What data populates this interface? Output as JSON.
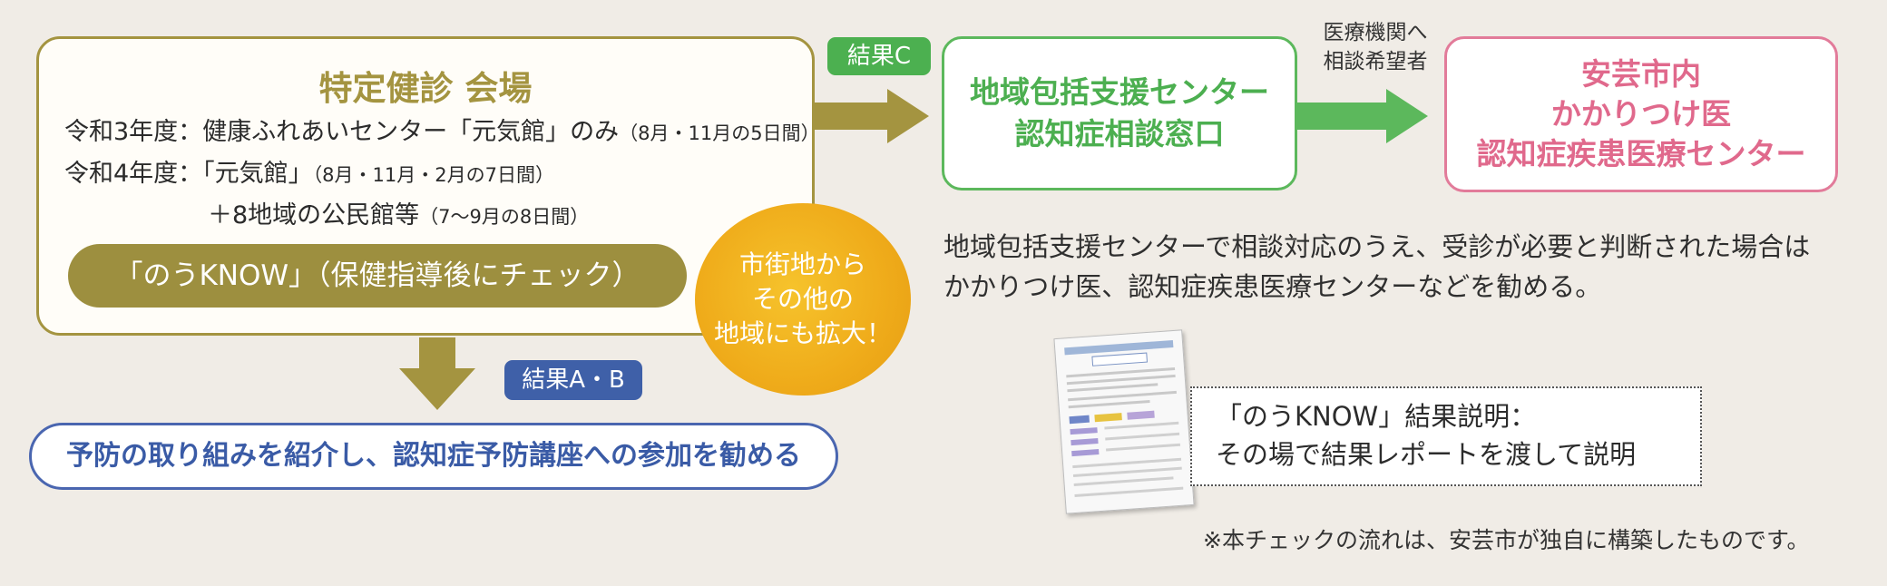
{
  "venue": {
    "title": "特定健診 会場",
    "row1": {
      "label": "令和3年度：健康ふれあいセンター「元気館」のみ",
      "note": "（8月・11月の5日間）"
    },
    "row2": {
      "label": "令和4年度：「元気館」",
      "note": "（8月・11月・2月の7日間）"
    },
    "row3": {
      "label": "＋8地域の公民館等",
      "note": "（7〜9月の8日間）"
    },
    "pill": "「のうKNOW」（保健指導後にチェック）"
  },
  "badges": {
    "result_c": "結果C",
    "result_ab": "結果A・B"
  },
  "expand_circle": {
    "line1": "市街地から",
    "line2": "その他の",
    "line3": "地域にも拡大！"
  },
  "center": {
    "line1": "地域包括支援センター",
    "line2": "認知症相談窓口"
  },
  "medical_note": {
    "line1": "医療機関へ",
    "line2": "相談希望者"
  },
  "hospital": {
    "line1": "安芸市内",
    "line2": "かかりつけ医",
    "line3": "認知症疾患医療センター"
  },
  "description": {
    "line1": "地域包括支援センターで相談対応のうえ、受診が必要と判断された場合は",
    "line2": "かかりつけ医、認知症疾患医療センターなどを勧める。"
  },
  "prevention": "予防の取り組みを紹介し、認知症予防講座への参加を勧める",
  "result_explain": {
    "line1": "「のうKNOW」結果説明：",
    "line2": "その場で結果レポートを渡して説明"
  },
  "footnote": "※本チェックの流れは、安芸市が独自に構築したものです。",
  "colors": {
    "olive": "#a49440",
    "green": "#5cb85c",
    "pink": "#e0698c",
    "blue": "#3a5ba6",
    "orange": "#efab1a"
  }
}
